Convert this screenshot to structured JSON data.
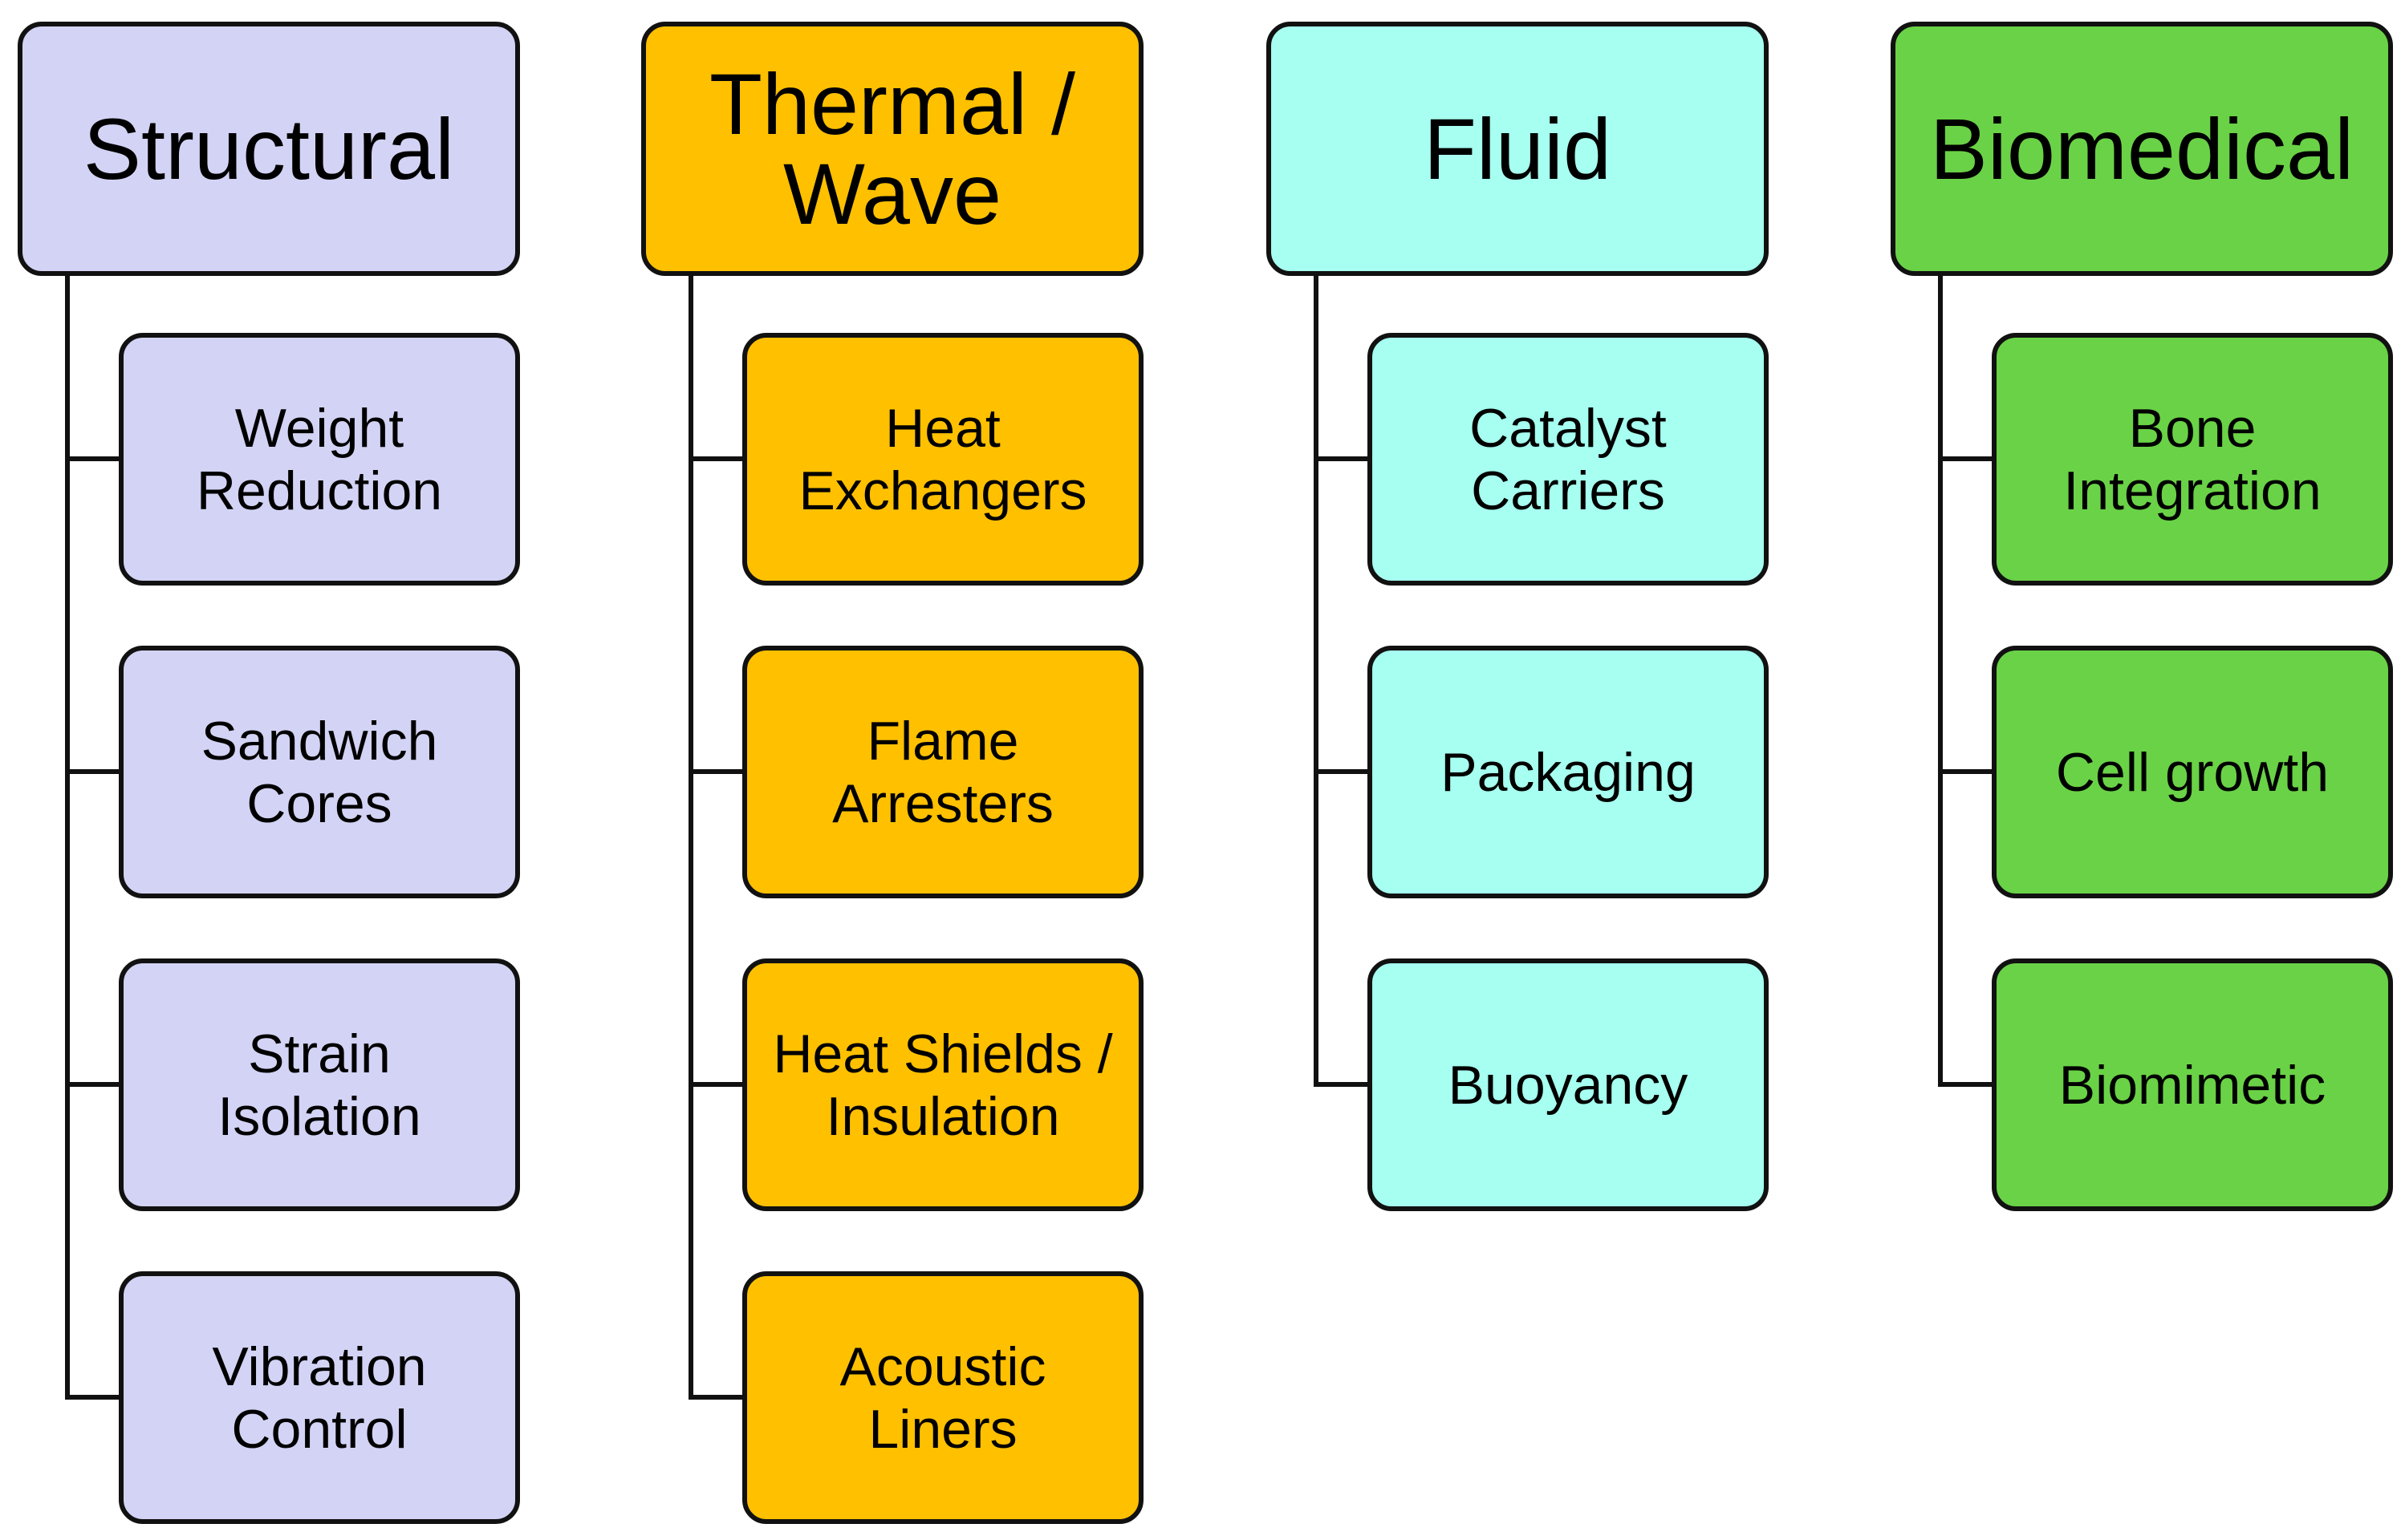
{
  "colors": {
    "structural": "#d3d3f5",
    "thermal_wave": "#ffc000",
    "fluid": "#a6fff0",
    "biomedical": "#6ad246",
    "border": "#111111"
  },
  "columns": [
    {
      "title": "Structural",
      "items": [
        "Weight\nReduction",
        "Sandwich\nCores",
        "Strain\nIsolation",
        "Vibration\nControl"
      ]
    },
    {
      "title": "Thermal /\nWave",
      "items": [
        "Heat\nExchangers",
        "Flame\nArresters",
        "Heat Shields /\nInsulation",
        "Acoustic\nLiners"
      ]
    },
    {
      "title": "Fluid",
      "items": [
        "Catalyst\nCarriers",
        "Packaging",
        "Buoyancy"
      ]
    },
    {
      "title": "Biomedical",
      "items": [
        "Bone\nIntegration",
        "Cell growth",
        "Biomimetic"
      ]
    }
  ]
}
